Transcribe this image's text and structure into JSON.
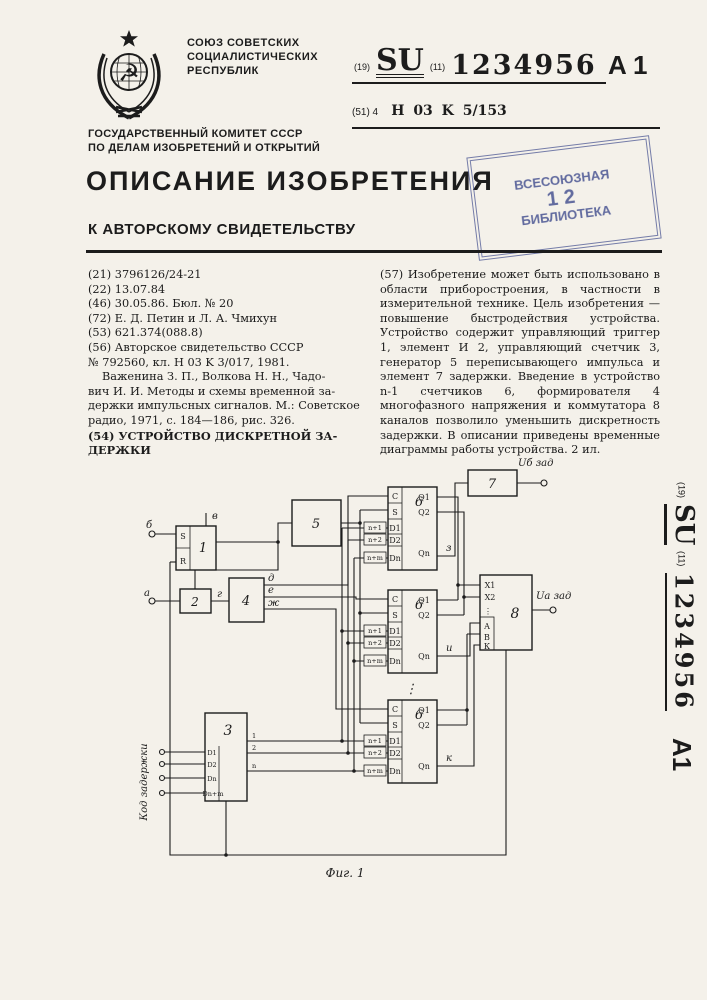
{
  "masthead": {
    "union_lines": [
      "СОЮЗ СОВЕТСКИХ",
      "СОЦИАЛИСТИЧЕСКИХ",
      "РЕСПУБЛИК"
    ],
    "code19": "(19)",
    "su": "SU",
    "code11": "(11)",
    "doc_number": "1234956",
    "doc_kind": "A 1",
    "ipc_prefix": "(51) 4",
    "ipc_code": "H 03 K 5/153",
    "committee_lines": [
      "ГОСУДАРСТВЕННЫЙ КОМИТЕТ СССР",
      "ПО ДЕЛАМ ИЗОБРЕТЕНИЙ И ОТКРЫТИЙ"
    ],
    "doc_title": "ОПИСАНИЕ ИЗОБРЕТЕНИЯ",
    "doc_subtitle": "К АВТОРСКОМУ СВИДЕТЕЛЬСТВУ",
    "stamp_lines": [
      "ВСЕСОЮЗНАЯ",
      "12",
      "БИБЛИОТЕКА"
    ]
  },
  "left_column": {
    "lines": [
      "(21) 3796126/24-21",
      "(22) 13.07.84",
      "(46) 30.05.86. Бюл. № 20",
      "(72) Е. Д. Петин и Л. А. Чмихун",
      "(53) 621.374(088.8)",
      "(56) Авторское свидетельство СССР",
      "№ 792560, кл. H 03 K 3/017, 1981.",
      "Важенина З. П., Волкова Н. Н., Чадо-",
      "вич И. И. Методы и схемы временной за-",
      "держки импульсных сигналов. М.: Советское",
      "радио, 1971, с. 184—186, рис. 326.",
      "(54) УСТРОЙСТВО ДИСКРЕТНОЙ ЗА-",
      "ДЕРЖКИ"
    ]
  },
  "right_column": {
    "text": "(57) Изобретение может быть использовано в области приборостроения, в частности в измерительной технике. Цель изобретения — повышение быстродействия устройства. Устройство содержит управляющий триггер 1, элемент И 2, управляющий счетчик 3, генератор 5 переписывающего импульса и элемент 7 задержки. Введение в устройство n-1 счетчиков 6, формирователя 4 многофазного напряжения и коммутатора 8 каналов позволило уменьшить дискретность задержки. В описании приведены временные диаграммы работы устройства. 2 ил."
  },
  "diagram": {
    "caption": "Фиг. 1",
    "b1": "1",
    "b2": "2",
    "b3": "3",
    "b4": "4",
    "b5": "5",
    "b6": "6",
    "b7": "7",
    "b8": "8",
    "pin_c": "C",
    "pin_s": "S",
    "pin_r": "R",
    "pin_d1": "D1",
    "pin_d2": "D2",
    "pin_dn": "Dn",
    "pin_q1": "Q1",
    "pin_q2": "Q2",
    "pin_qn": "Qn",
    "bus_n1": "n+1",
    "bus_n2": "n+2",
    "bus_nm": "n+m",
    "pin_x1": "X1",
    "pin_x2": "X2",
    "pin_a": "А",
    "pin_b": "В",
    "pin_k": "К",
    "dots": "⋮",
    "out_ub": "Uб зад",
    "out_ua": "Uа зад",
    "wire_a": "а",
    "wire_b": "б",
    "wire_v": "в",
    "wire_g": "г",
    "wire_d": "д",
    "wire_e": "е",
    "wire_zh": "ж",
    "wire_z": "з",
    "wire_i": "и",
    "wire_k": "к",
    "code_label": "Код задержки",
    "b3_d1": "D1",
    "b3_d2": "D2",
    "b3_dn": "Dn",
    "b3_dnm": "Dn+m",
    "b3_out1": "1",
    "b3_out2": "2",
    "b3_outn": "n"
  },
  "sidebar": {
    "code19": "(19)",
    "su": "SU",
    "code11": "(11)",
    "number": "1234956",
    "kind": "А1"
  }
}
